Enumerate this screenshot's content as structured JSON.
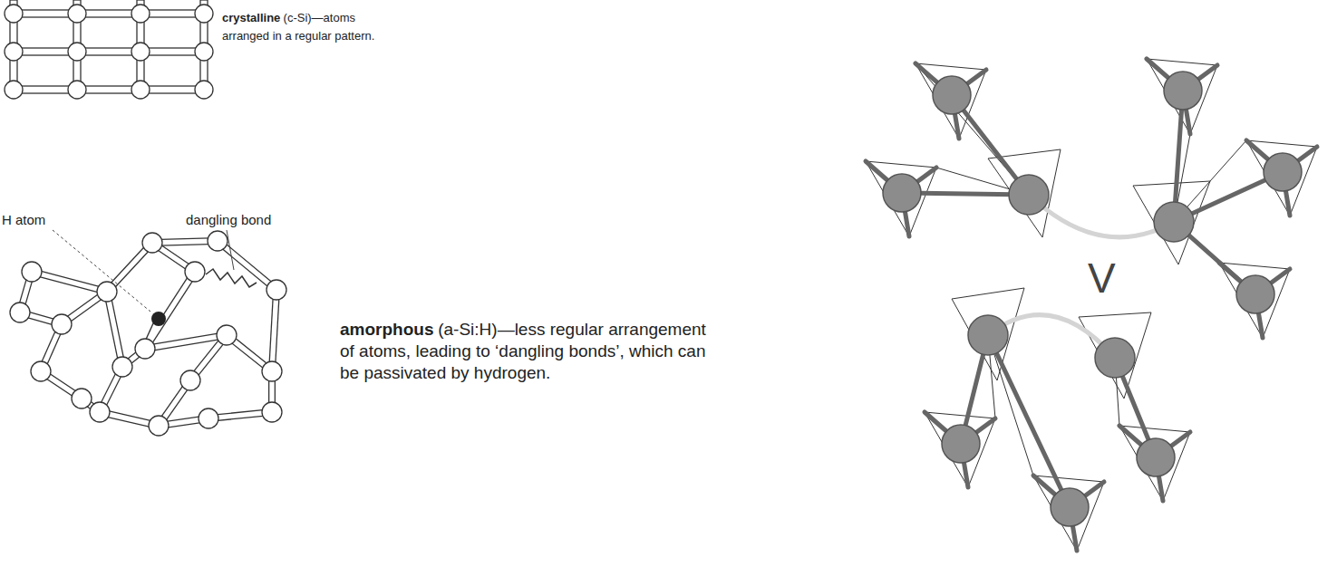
{
  "diagram": {
    "labels": [
      "crystalline",
      "(c-Si)—atoms arranged in a regular pattern.",
      "H atom",
      "dangling bond",
      "amorphous",
      "(a-Si:H)—less regular arrangement of atoms, leading to ‘dangling bonds’, which can be passivated by hydrogen.",
      "V"
    ]
  }
}
